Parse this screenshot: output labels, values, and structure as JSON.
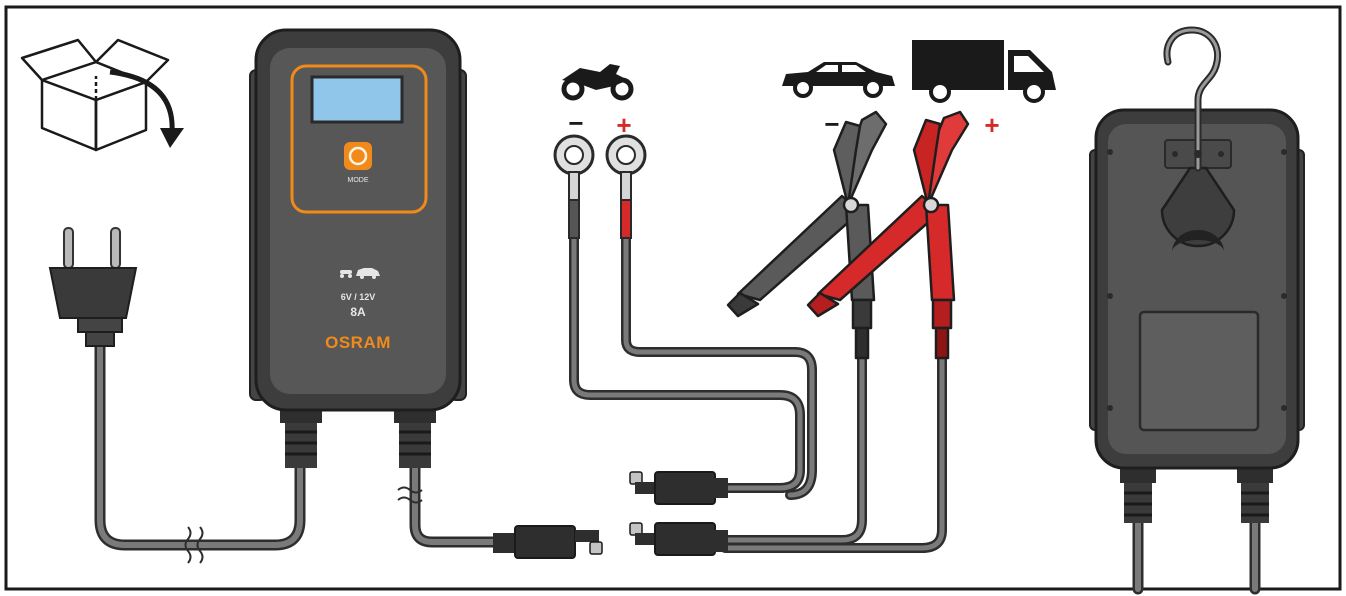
{
  "charger": {
    "mode_label": "MODE",
    "voltage": "6V / 12V",
    "current": "8A",
    "brand": "OSRAM"
  },
  "polarity": {
    "negative": "−",
    "positive": "+"
  },
  "colors": {
    "frame": "#1a1a1a",
    "housing": "#555555",
    "housing_dark": "#3c3c3c",
    "accent_orange": "#f08a1a",
    "display_blue": "#8fc6ea",
    "cable_gray": "#6b6b6b",
    "clamp_red": "#d62a2a",
    "clamp_gray": "#616161"
  },
  "icons": [
    "unbox-icon",
    "mains-plug-icon",
    "motorcycle-icon",
    "car-icon",
    "van-icon",
    "hanging-hook-icon"
  ]
}
